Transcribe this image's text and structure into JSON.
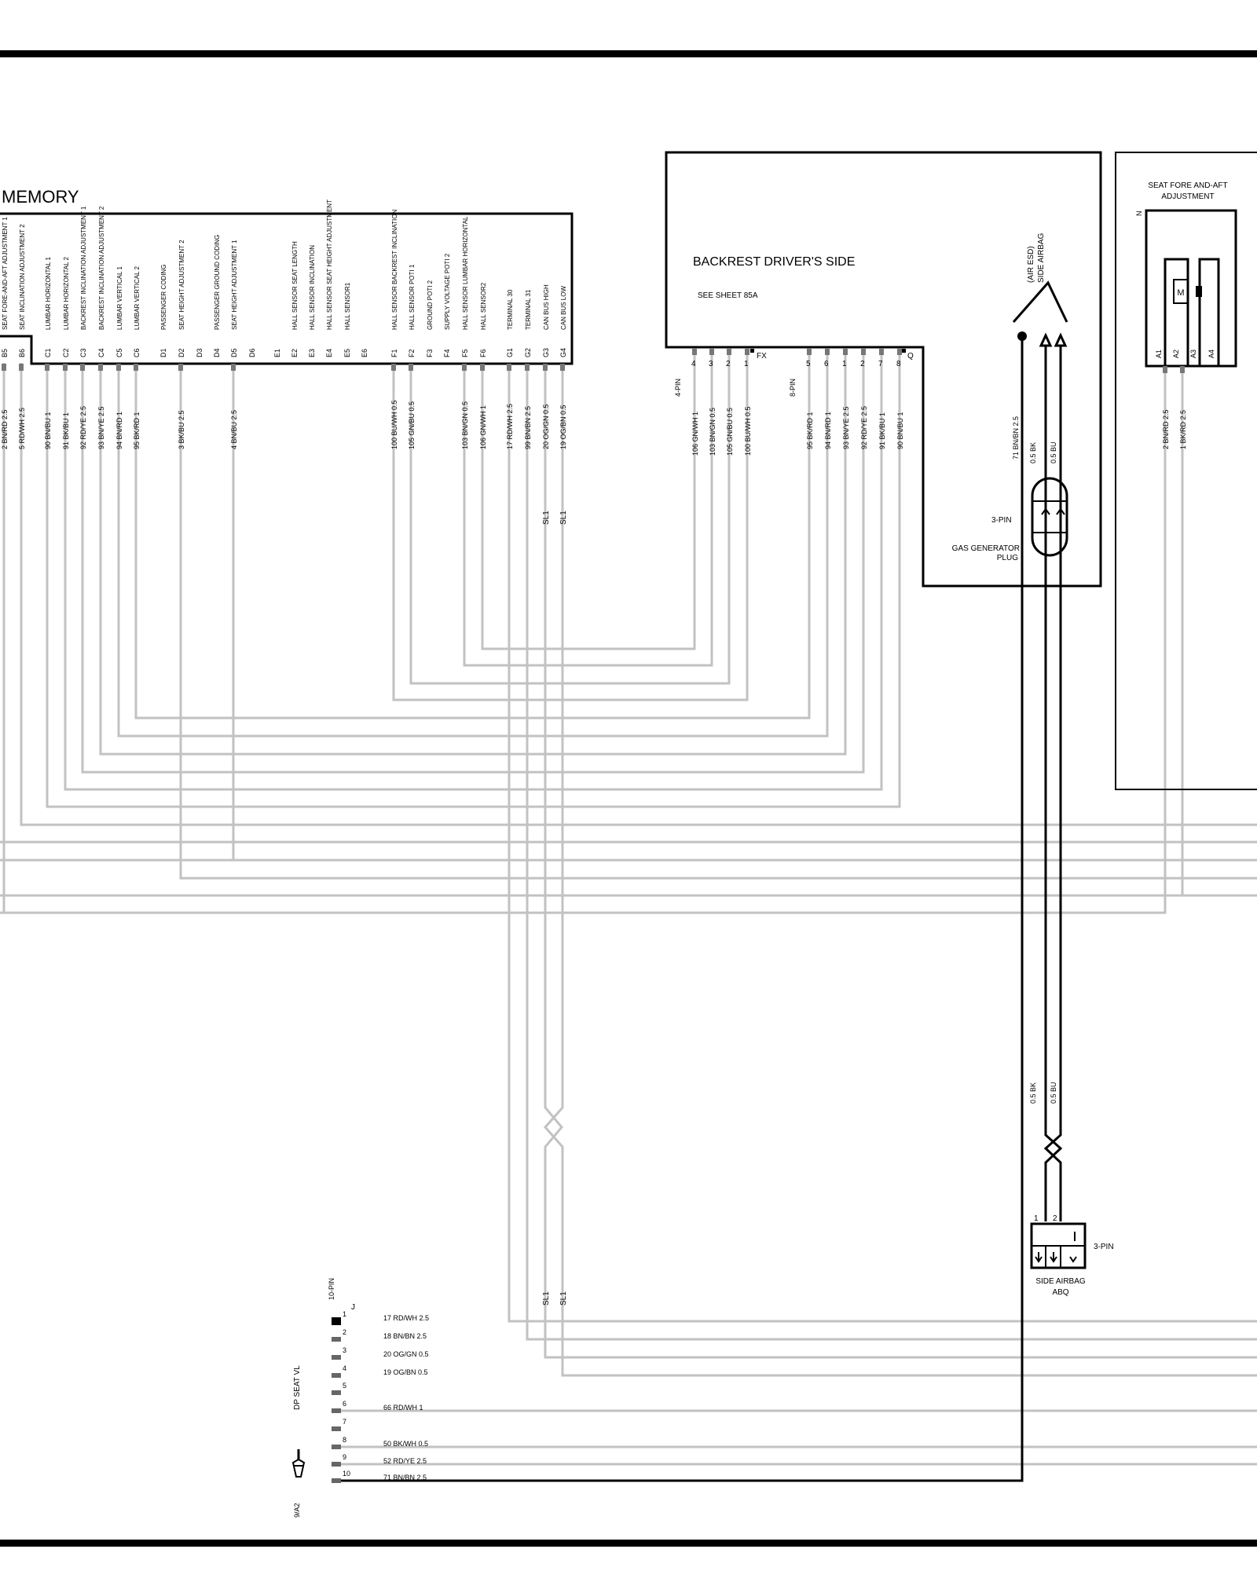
{
  "memory": {
    "title": "MEMORY",
    "pins": [
      {
        "id": "B5",
        "label": "SEAT FORE-AND-AFT ADJUSTMENT 1",
        "wire": "2 BN/RD 2.5"
      },
      {
        "id": "B6",
        "label": "SEAT INCLINATION ADJUSTMENT 2",
        "wire": "5 RD/WH 2.5"
      },
      {
        "id": "C1",
        "label": "LUMBAR HORIZONTAL 1",
        "wire": "90 BN/BU 1"
      },
      {
        "id": "C2",
        "label": "LUMBAR HORIZONTAL 2",
        "wire": "91 BK/BU 1"
      },
      {
        "id": "C3",
        "label": "BACKREST INCLINATION ADJUSTMENT 1",
        "wire": "92 RD/YE 2.5"
      },
      {
        "id": "C4",
        "label": "BACKREST INCLINATION ADJUSTMENT 2",
        "wire": "93 BN/YE 2.5"
      },
      {
        "id": "C5",
        "label": "LUMBAR VERTICAL 1",
        "wire": "94 BN/RD 1"
      },
      {
        "id": "C6",
        "label": "LUMBAR VERTICAL 2",
        "wire": "95 BK/RD 1"
      },
      {
        "id": "D1",
        "label": "PASSENGER CODING",
        "wire": ""
      },
      {
        "id": "D2",
        "label": "SEAT HEIGHT ADJUSTMENT 2",
        "wire": "3 BK/BU 2.5"
      },
      {
        "id": "D3",
        "label": "",
        "wire": ""
      },
      {
        "id": "D4",
        "label": "PASSENGER GROUND CODING",
        "wire": ""
      },
      {
        "id": "D5",
        "label": "SEAT HEIGHT ADJUSTMENT 1",
        "wire": "4 BN/BU 2.5"
      },
      {
        "id": "D6",
        "label": "",
        "wire": ""
      },
      {
        "id": "E1",
        "label": "",
        "wire": ""
      },
      {
        "id": "E2",
        "label": "HALL SENSOR SEAT LENGTH",
        "wire": ""
      },
      {
        "id": "E3",
        "label": "HALL SENSOR INCLINATION",
        "wire": ""
      },
      {
        "id": "E4",
        "label": "HALL SENSOR SEAT HEIGHT ADJUSTMENT",
        "wire": ""
      },
      {
        "id": "E5",
        "label": "HALL SENSOR1",
        "wire": ""
      },
      {
        "id": "E6",
        "label": "",
        "wire": ""
      },
      {
        "id": "F1",
        "label": "HALL SENSOR BACKREST INCLINATION",
        "wire": "100 BU/WH 0.5"
      },
      {
        "id": "F2",
        "label": "HALL SENSOR POTI 1",
        "wire": "105 GN/BU 0.5"
      },
      {
        "id": "F3",
        "label": "GROUND POTI 2",
        "wire": ""
      },
      {
        "id": "F4",
        "label": "SUPPLY VOLTAGE POTI 2",
        "wire": ""
      },
      {
        "id": "F5",
        "label": "HALL SENSOR LUMBAR HORIZONTAL",
        "wire": "103 BN/GN 0.5"
      },
      {
        "id": "F6",
        "label": "HALL SENSOR2",
        "wire": "106 GN/WH 1"
      },
      {
        "id": "G1",
        "label": "TERMINAL 30",
        "wire": "17 RD/WH 2.5"
      },
      {
        "id": "G2",
        "label": "TERMINAL 31",
        "wire": "99 BN/BN 2.5"
      },
      {
        "id": "G3",
        "label": "CAN BUS HIGH",
        "wire": "20 OG/GN 0.5"
      },
      {
        "id": "G4",
        "label": "CAN BUS LOW",
        "wire": "19 OG/BN 0.5"
      }
    ]
  },
  "backrest": {
    "title": "BACKREST DRIVER'S SIDE",
    "sheet": "SEE SHEET  85A",
    "fx_label": "FX",
    "fx_pin_count": "4-PIN",
    "fx_pins": [
      "4",
      "3",
      "2",
      "1"
    ],
    "fx_wires": [
      "106 GN/WH 1",
      "103 BN/GN 0.5",
      "105 GN/BU 0.5",
      "100 BU/WH 0.5"
    ],
    "q_label": "Q",
    "q_pin_count": "8-PIN",
    "q_pins": [
      "5",
      "6",
      "1",
      "2",
      "7",
      "8"
    ],
    "q_wires": [
      "95 BK/RD 1",
      "94 BN/RD 1",
      "93 BN/YE 2.5",
      "92 RD/YE 2.5",
      "91 BK/BU 1",
      "90 BN/BU 1"
    ]
  },
  "airbag_esd": {
    "label_1": "(AIR ESD)",
    "label_2": "SIDE AIRBAG",
    "wire_71": "71 BN/BN 2.5",
    "wire_bk": "0.5 BK",
    "wire_bu": "0.5 BU",
    "plug_pins": "3-PIN",
    "plug_label_1": "GAS GENERATOR",
    "plug_label_2": "PLUG"
  },
  "seat_fore_aft": {
    "label_1": "SEAT FORE AND-AFT",
    "label_2": "ADJUSTMENT",
    "n_label": "N",
    "motor": "M",
    "pins": [
      "A1",
      "A2",
      "A3",
      "A4"
    ],
    "wires": [
      "2 BN/RD 2.5",
      "1 BK/RD 2.5"
    ]
  },
  "sl1_label": "SL1",
  "lower_bk": "0.5 BK",
  "lower_bu": "0.5 BU",
  "side_airbag": {
    "pin_1": "1",
    "pin_2": "2",
    "pins": "3-PIN",
    "label_1": "SIDE AIRBAG",
    "label_2": "ABQ"
  },
  "dp_connector": {
    "pin_count": "10-PIN",
    "j_label": "J",
    "seat_label": "DP SEAT  VL",
    "ref": "9/A2",
    "pins": [
      "1",
      "2",
      "3",
      "4",
      "5",
      "6",
      "7",
      "8",
      "9",
      "10"
    ],
    "wires": [
      "17 RD/WH 2.5",
      "18 BN/BN 2.5",
      "20 OG/GN 0.5",
      "19 OG/BN 0.5",
      "",
      "66 RD/WH 1",
      "",
      "50 BK/WH 0.5",
      "52 RD/YE 2.5",
      "71 BN/BN 2.5"
    ]
  }
}
